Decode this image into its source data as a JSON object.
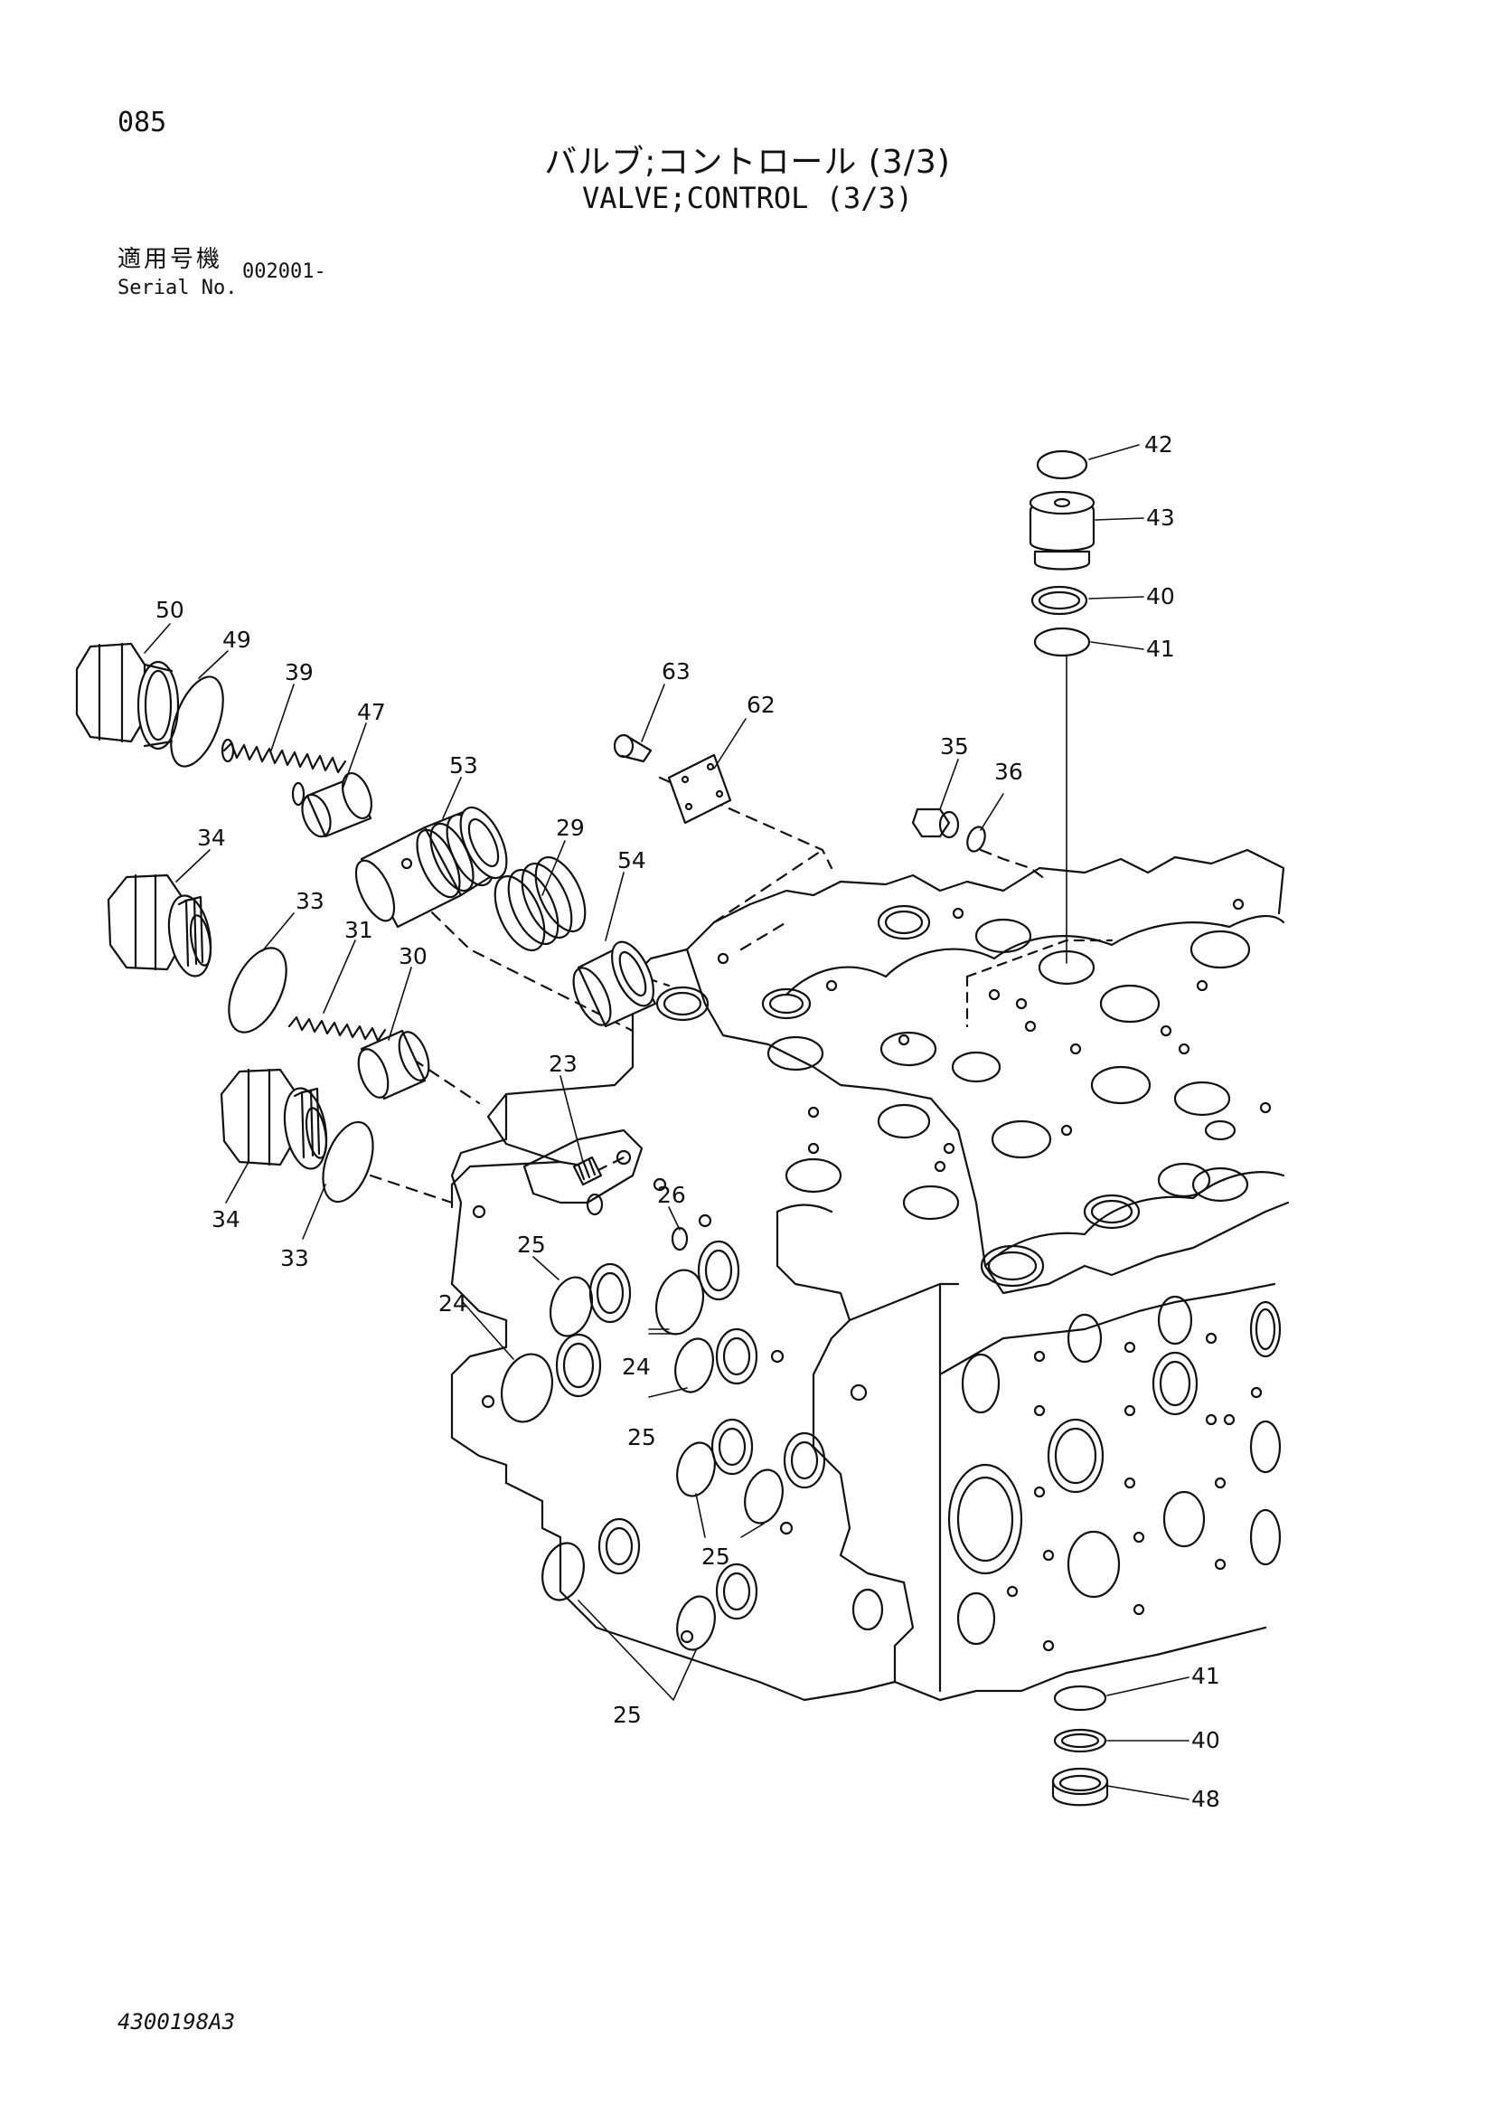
{
  "page_number": "085",
  "title_jp": "バルブ;コントロール (3/3)",
  "title_en": "VALVE;CONTROL (3/3)",
  "serial": {
    "label_jp": "適用号機",
    "label_en": "Serial No.",
    "value": "002001-"
  },
  "doc_code": "4300198A3",
  "callouts": {
    "p50": "50",
    "p49": "49",
    "p39": "39",
    "p47": "47",
    "p53": "53",
    "p29": "29",
    "p54": "54",
    "p34a": "34",
    "p33a": "33",
    "p31": "31",
    "p30": "30",
    "p34b": "34",
    "p33b": "33",
    "p63": "63",
    "p62": "62",
    "p35": "35",
    "p36": "36",
    "p42": "42",
    "p43": "43",
    "p40a": "40",
    "p41a": "41",
    "p23": "23",
    "p26": "26",
    "p25a": "25",
    "p24a": "24",
    "p24b": "24",
    "p25b": "25",
    "p25c": "25",
    "p25d": "25",
    "p41b": "41",
    "p40b": "40",
    "p48": "48"
  }
}
